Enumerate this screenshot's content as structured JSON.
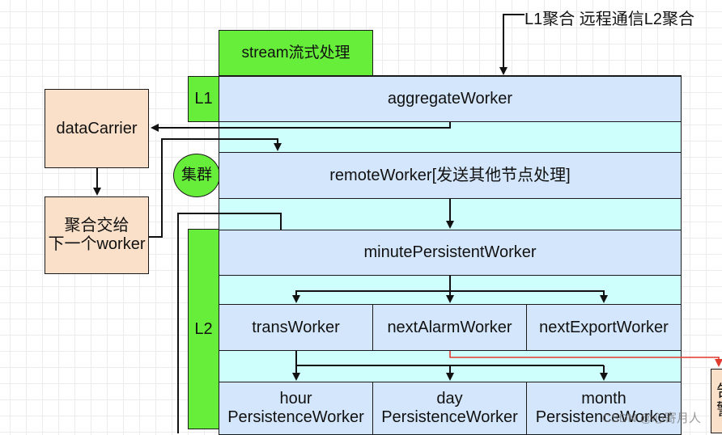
{
  "top_caption": "L1聚合  远程通信L2聚合",
  "stream_label": "stream流式处理",
  "l1_label": "L1",
  "l2_label": "L2",
  "cluster_label": "集群",
  "data_carrier": "dataCarrier",
  "aggregate_next": [
    "聚合交给",
    "下一个worker"
  ],
  "workers": {
    "aggregate": "aggregateWorker",
    "remote": "remoteWorker[发送其他节点处理]",
    "minute": "minutePersistentWorker",
    "trans": "transWorker",
    "next_alarm": "nextAlarmWorker",
    "next_export": "nextExportWorker",
    "hour": [
      "hour",
      "PersistenceWorker"
    ],
    "day": [
      "day",
      "PersistenceWorker"
    ],
    "month": [
      "month",
      "PersistenceWorker"
    ]
  },
  "partial_right": [
    "告",
    "警"
  ],
  "watermark": "CSDN @心寄月人",
  "colors": {
    "green": "#66ee3a",
    "worker_blue": "#d4e6fb",
    "tan": "#fae0c8",
    "cyan_band": "#cffffd",
    "alarm_line": "#e03a2e"
  }
}
